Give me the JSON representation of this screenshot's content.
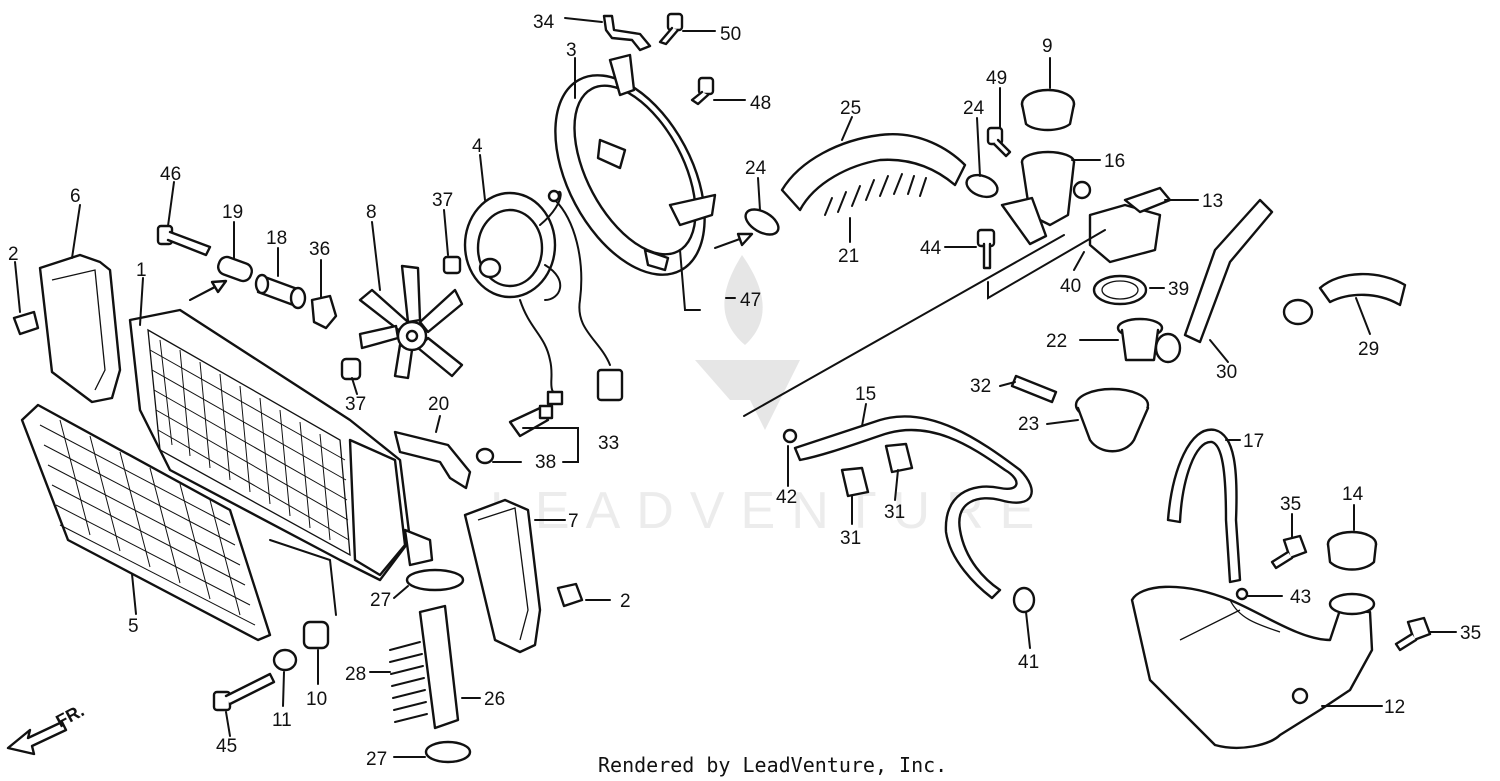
{
  "watermark": {
    "text": "LEADVENTURE"
  },
  "footer": {
    "text": "Rendered by LeadVenture, Inc."
  },
  "direction": {
    "text": "FR."
  },
  "callouts": [
    {
      "id": "c-34",
      "label": "34"
    },
    {
      "id": "c-50",
      "label": "50"
    },
    {
      "id": "c-3",
      "label": "3"
    },
    {
      "id": "c-48",
      "label": "48"
    },
    {
      "id": "c-25",
      "label": "25"
    },
    {
      "id": "c-9",
      "label": "9"
    },
    {
      "id": "c-49",
      "label": "49"
    },
    {
      "id": "c-24a",
      "label": "24"
    },
    {
      "id": "c-24b",
      "label": "24"
    },
    {
      "id": "c-16",
      "label": "16"
    },
    {
      "id": "c-13",
      "label": "13"
    },
    {
      "id": "c-4",
      "label": "4"
    },
    {
      "id": "c-46",
      "label": "46"
    },
    {
      "id": "c-6",
      "label": "6"
    },
    {
      "id": "c-19",
      "label": "19"
    },
    {
      "id": "c-18",
      "label": "18"
    },
    {
      "id": "c-36",
      "label": "36"
    },
    {
      "id": "c-8",
      "label": "8"
    },
    {
      "id": "c-37a",
      "label": "37"
    },
    {
      "id": "c-2a",
      "label": "2"
    },
    {
      "id": "c-1",
      "label": "1"
    },
    {
      "id": "c-21",
      "label": "21"
    },
    {
      "id": "c-44",
      "label": "44"
    },
    {
      "id": "c-40",
      "label": "40"
    },
    {
      "id": "c-39",
      "label": "39"
    },
    {
      "id": "c-47",
      "label": "47"
    },
    {
      "id": "c-22",
      "label": "22"
    },
    {
      "id": "c-29",
      "label": "29"
    },
    {
      "id": "c-30",
      "label": "30"
    },
    {
      "id": "c-37b",
      "label": "37"
    },
    {
      "id": "c-32",
      "label": "32"
    },
    {
      "id": "c-15",
      "label": "15"
    },
    {
      "id": "c-20",
      "label": "20"
    },
    {
      "id": "c-23",
      "label": "23"
    },
    {
      "id": "c-33",
      "label": "33"
    },
    {
      "id": "c-38",
      "label": "38"
    },
    {
      "id": "c-17",
      "label": "17"
    },
    {
      "id": "c-42",
      "label": "42"
    },
    {
      "id": "c-14",
      "label": "14"
    },
    {
      "id": "c-31a",
      "label": "31"
    },
    {
      "id": "c-7",
      "label": "7"
    },
    {
      "id": "c-35a",
      "label": "35"
    },
    {
      "id": "c-31b",
      "label": "31"
    },
    {
      "id": "c-43",
      "label": "43"
    },
    {
      "id": "c-27a",
      "label": "27"
    },
    {
      "id": "c-2b",
      "label": "2"
    },
    {
      "id": "c-5",
      "label": "5"
    },
    {
      "id": "c-35b",
      "label": "35"
    },
    {
      "id": "c-41",
      "label": "41"
    },
    {
      "id": "c-28",
      "label": "28"
    },
    {
      "id": "c-26",
      "label": "26"
    },
    {
      "id": "c-12",
      "label": "12"
    },
    {
      "id": "c-10",
      "label": "10"
    },
    {
      "id": "c-11",
      "label": "11"
    },
    {
      "id": "c-45",
      "label": "45"
    },
    {
      "id": "c-27b",
      "label": "27"
    }
  ]
}
